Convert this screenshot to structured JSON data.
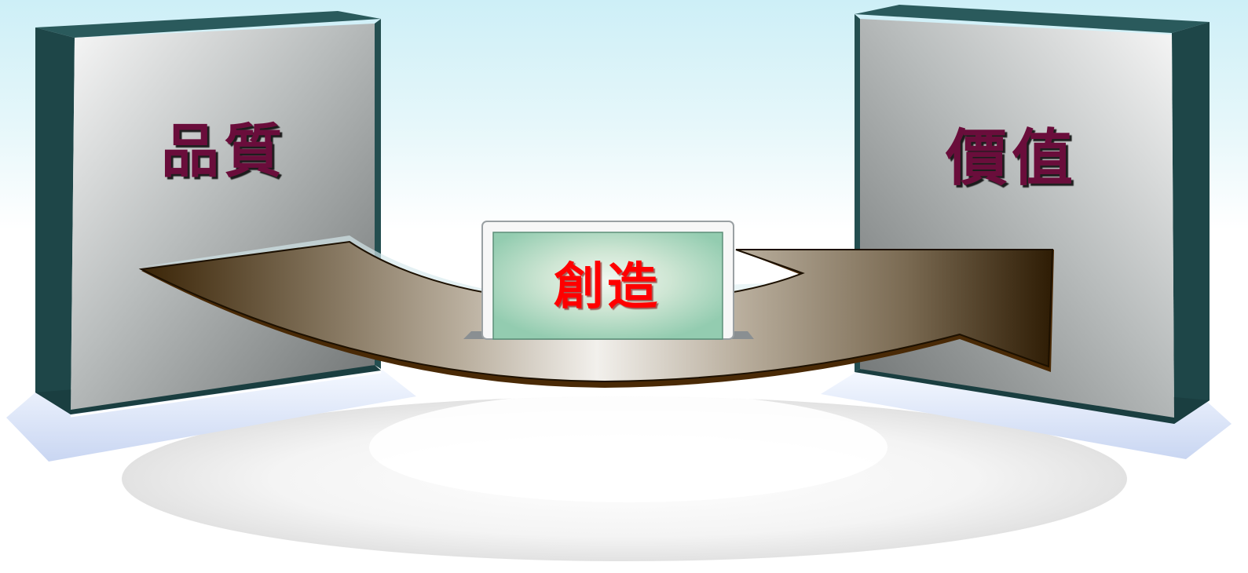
{
  "diagram": {
    "left_box_label": "品質",
    "right_box_label": "價值",
    "center_card_label": "創造"
  },
  "colors": {
    "box_text": "#6b0f3a",
    "center_text": "#ff0000",
    "box_frame": "#1e4a4c",
    "arrow_dark": "#3a2406",
    "arrow_light": "#f2f0ec",
    "card_fill": "#a8d8c0"
  }
}
